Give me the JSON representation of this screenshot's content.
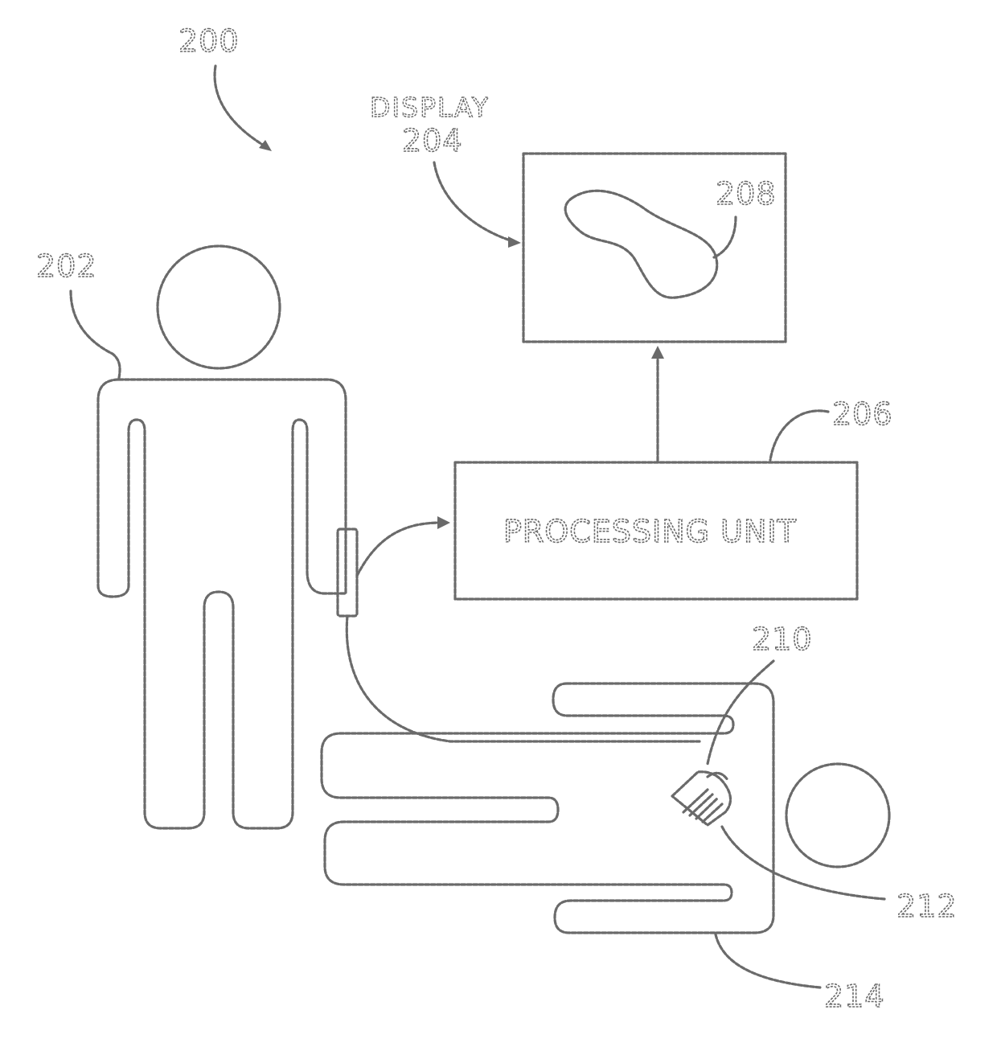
{
  "labels": {
    "system": "200",
    "person": "202",
    "display_word": "DISPLAY",
    "display_ref": "204",
    "processing_ref": "206",
    "image_ref": "208",
    "probe_ref": "210",
    "element_ref": "212",
    "patient_ref": "214",
    "processing_unit": "PROCESSING UNIT"
  }
}
